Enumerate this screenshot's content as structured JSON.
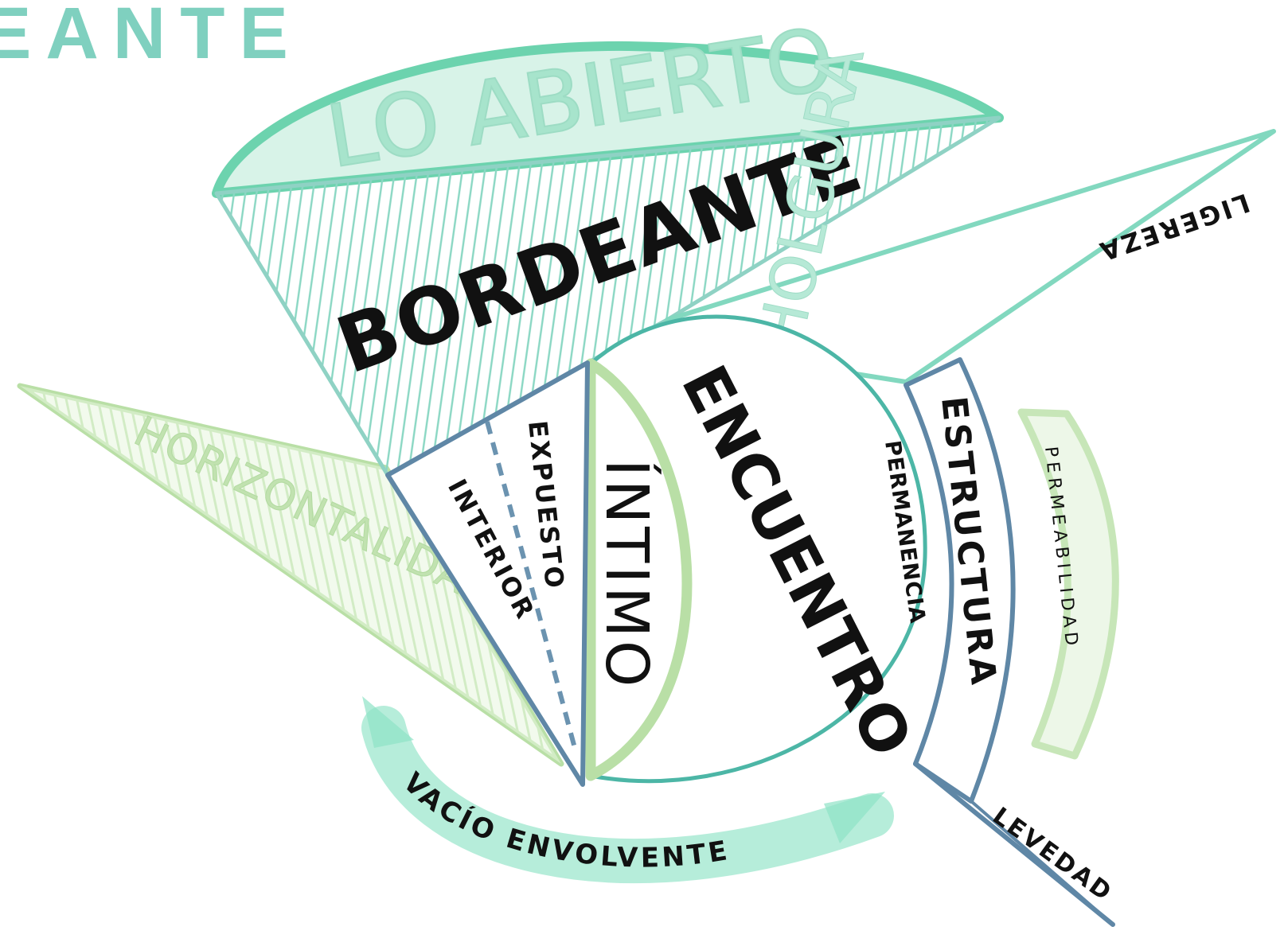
{
  "title": "EANTE",
  "colors": {
    "teal": "#5fcfa8",
    "teal_light": "#d6f2e7",
    "green_light": "#b9dfa6",
    "green_fill": "#e9f5e2",
    "blue_gray": "#5f87a6",
    "dark_teal": "#3f9f9a",
    "ink": "#111111",
    "title": "#7fd0bf"
  },
  "labels": {
    "lo_abierto": "LO ABIERTO",
    "bordeante": "BORDEANTE",
    "holgura": "HOLGURA",
    "ligereza": "LIGEREZA",
    "horizontalidad": "HORIZONTALIDAD",
    "interior": "INTERIOR",
    "expuesto": "EXPUESTO",
    "intimo": "ÍNTIMO",
    "encuentro": "ENCUENTRO",
    "permanencia": "PERMANENCIA",
    "estructura": "ESTRUCTURA",
    "permeabilidad": "PERMEABILIDAD",
    "levedad": "LEVEDAD",
    "vacio_envolvente": "VACÍO ENVOLVENTE"
  }
}
